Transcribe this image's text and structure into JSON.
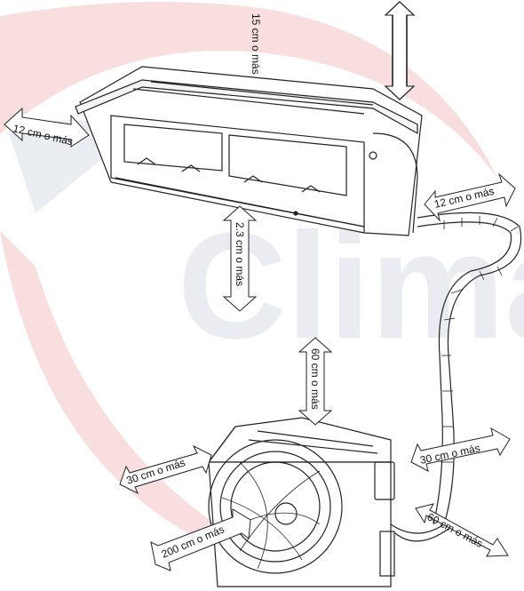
{
  "watermark": {
    "text": "Clima",
    "color_red": "#f4c7c7",
    "color_blue": "#d9dde6"
  },
  "colors": {
    "line": "#222222",
    "arrow_fill": "#ffffff"
  },
  "icons": {
    "indoor": "indoor-ac-unit-icon",
    "outdoor": "outdoor-condenser-unit-icon",
    "pipe": "refrigerant-pipe-icon"
  },
  "clearances": {
    "indoor_top": "15 cm o más",
    "indoor_left": "12 cm o más",
    "indoor_right": "12 cm o más",
    "indoor_bottom": "2.3 cm o más",
    "outdoor_top": "60 cm o más",
    "outdoor_left": "30 cm o más",
    "outdoor_front": "200 cm o más",
    "outdoor_right_upper": "30 cm o más",
    "outdoor_right_lower": "60 cm o más"
  }
}
